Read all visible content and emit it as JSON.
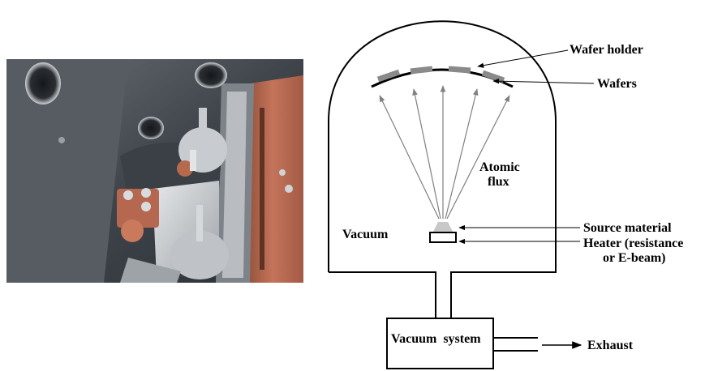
{
  "labels": {
    "wafer_holder": "Wafer holder",
    "wafers": "Wafers",
    "atomic_flux_line1": "Atomic",
    "atomic_flux_line2": "flux",
    "vacuum": "Vacuum",
    "source_material": "Source material",
    "heater_line1": "Heater (resistance",
    "heater_line2": "or E-beam)",
    "vacuum_system": "Vacuum  system",
    "exhaust": "Exhaust"
  },
  "colors": {
    "line": "#000000",
    "flux_arrow": "#808080",
    "wafer": "#8a8a8a",
    "photo_chamber": "#4b5157",
    "photo_copper_panel": "#b0624a"
  },
  "wafer_count": 4,
  "flux_arrow_count": 5
}
